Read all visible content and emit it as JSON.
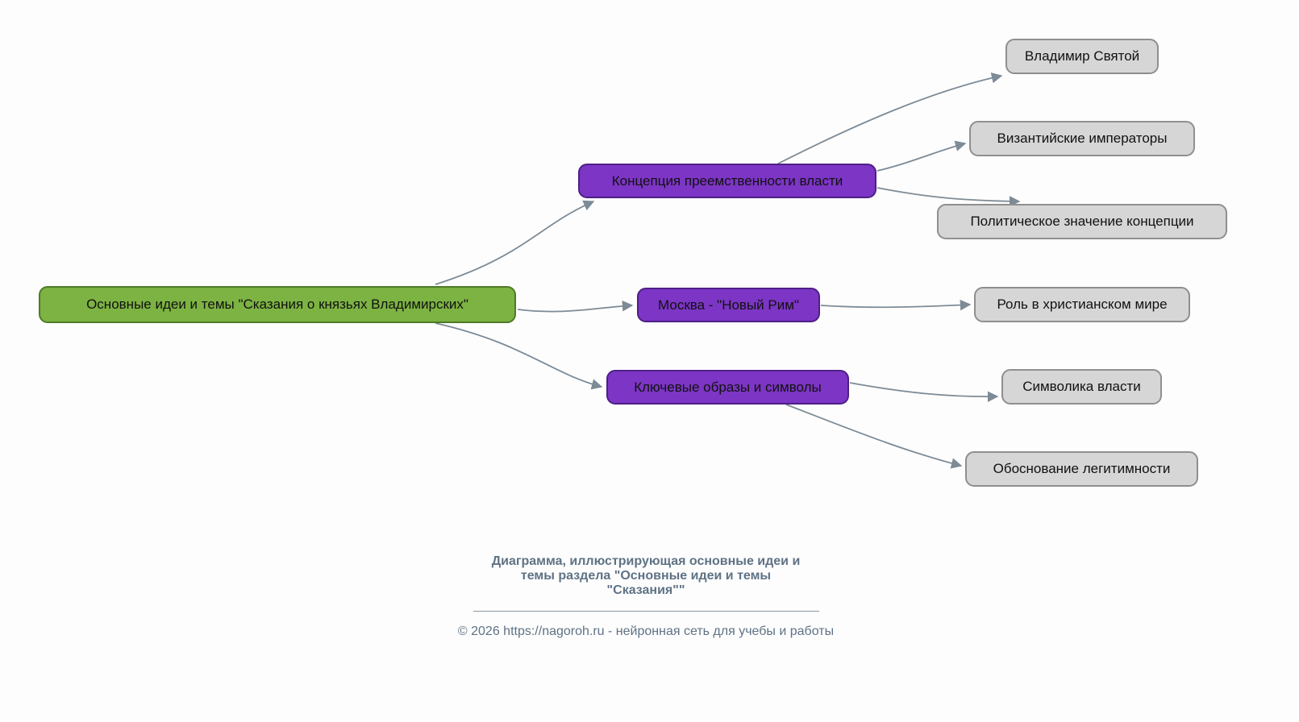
{
  "diagram": {
    "type": "mindmap",
    "nodes": {
      "root": {
        "label": "Основные идеи и темы \"Сказания о князьях Владимирских\"",
        "level": "root"
      },
      "succession": {
        "label": "Концепция преемственности власти",
        "level": "branch"
      },
      "moscow": {
        "label": "Москва - \"Новый Рим\"",
        "level": "branch"
      },
      "symbols": {
        "label": "Ключевые образы и символы",
        "level": "branch"
      },
      "vladimir": {
        "label": "Владимир Святой",
        "level": "leaf"
      },
      "byzantine": {
        "label": "Византийские императоры",
        "level": "leaf"
      },
      "political": {
        "label": "Политическое значение концепции",
        "level": "leaf"
      },
      "christian": {
        "label": "Роль в христианском мире",
        "level": "leaf"
      },
      "powersym": {
        "label": "Символика власти",
        "level": "leaf"
      },
      "legitimacy": {
        "label": "Обоснование легитимности",
        "level": "leaf"
      }
    },
    "edges": [
      {
        "from": "root",
        "to": "succession"
      },
      {
        "from": "root",
        "to": "moscow"
      },
      {
        "from": "root",
        "to": "symbols"
      },
      {
        "from": "succession",
        "to": "vladimir"
      },
      {
        "from": "succession",
        "to": "byzantine"
      },
      {
        "from": "succession",
        "to": "political"
      },
      {
        "from": "moscow",
        "to": "christian"
      },
      {
        "from": "symbols",
        "to": "powersym"
      },
      {
        "from": "symbols",
        "to": "legitimacy"
      }
    ],
    "colors": {
      "root_fill": "#7cb342",
      "root_border": "#4f7a28",
      "branch_fill": "#7c35c4",
      "branch_border": "#4e1f87",
      "leaf_fill": "#d6d6d6",
      "leaf_border": "#8f8f8f",
      "edge": "#7d8b96",
      "footer_text": "#5f7285",
      "background": "#fdfdfd"
    }
  },
  "footer": {
    "caption_lines": [
      "Диаграмма, иллюстрирующая основные идеи и",
      "темы раздела \"Основные идеи и темы",
      "\"Сказания\"\""
    ],
    "copyright": "© 2026 https://nagoroh.ru - нейронная сеть для учебы и работы"
  }
}
